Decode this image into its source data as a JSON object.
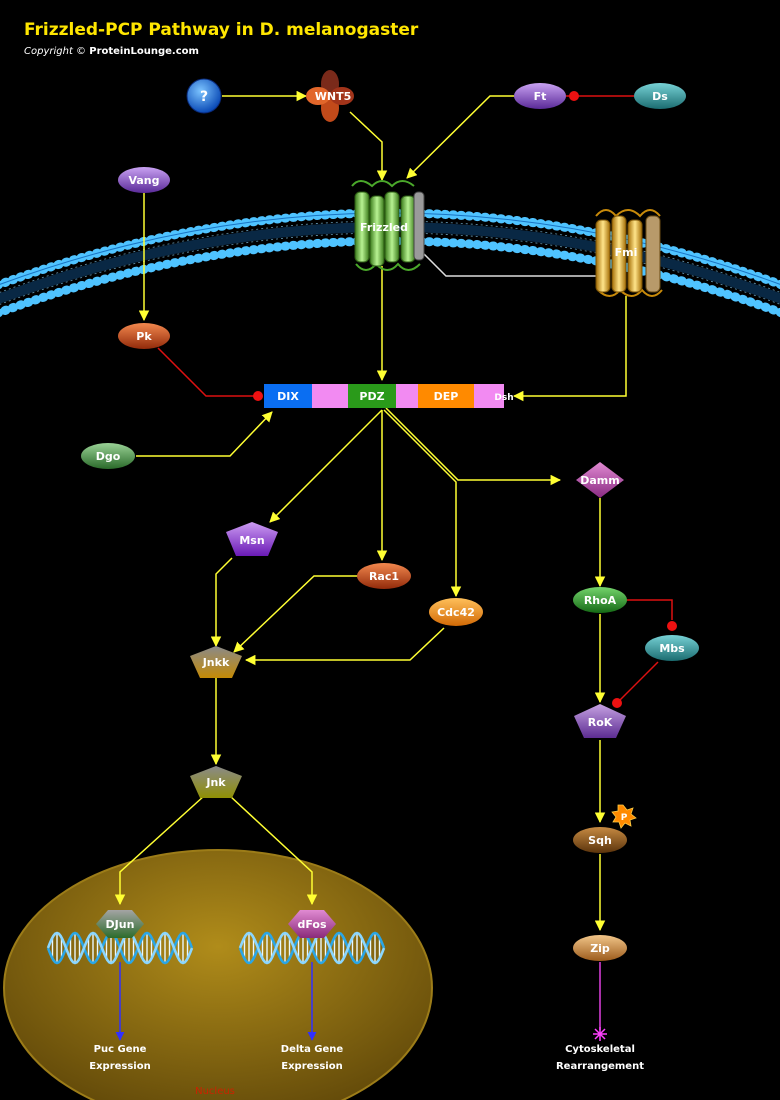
{
  "title": "Frizzled-PCP Pathway in D. melanogaster",
  "copyright": {
    "prefix": "Copyright ©",
    "name": "ProteinLounge.com"
  },
  "nodes": {
    "unknown": "?",
    "wnt5": "WNT5",
    "ft": "Ft",
    "ds": "Ds",
    "vang": "Vang",
    "frizzled": "Frizzled",
    "fmi": "Fmi",
    "pk": "Pk",
    "dgo": "Dgo",
    "msn": "Msn",
    "rac1": "Rac1",
    "cdc42": "Cdc42",
    "damm": "Damm",
    "rhoa": "RhoA",
    "mbs": "Mbs",
    "jnkk": "Jnkk",
    "rok": "RoK",
    "jnk": "Jnk",
    "sqh": "Sqh",
    "phospho": "P",
    "djun": "DJun",
    "dfos": "dFos",
    "zip": "Zip"
  },
  "dsh": {
    "dix": "DIX",
    "pdz": "PDZ",
    "dep": "DEP",
    "label": "Dsh"
  },
  "outputs": {
    "puc_line1": "Puc Gene",
    "puc_line2": "Expression",
    "delta_line1": "Delta Gene",
    "delta_line2": "Expression",
    "cyto_line1": "Cytoskeletal",
    "cyto_line2": "Rearrangement"
  },
  "nucleus_label": "Nucleus",
  "colors": {
    "background": "#000000",
    "title": "#ffe600",
    "activation": "#ffff33",
    "inhibition": "#dd1111",
    "membrane": "#2a9be0",
    "nucleus": "#8a6c12"
  }
}
